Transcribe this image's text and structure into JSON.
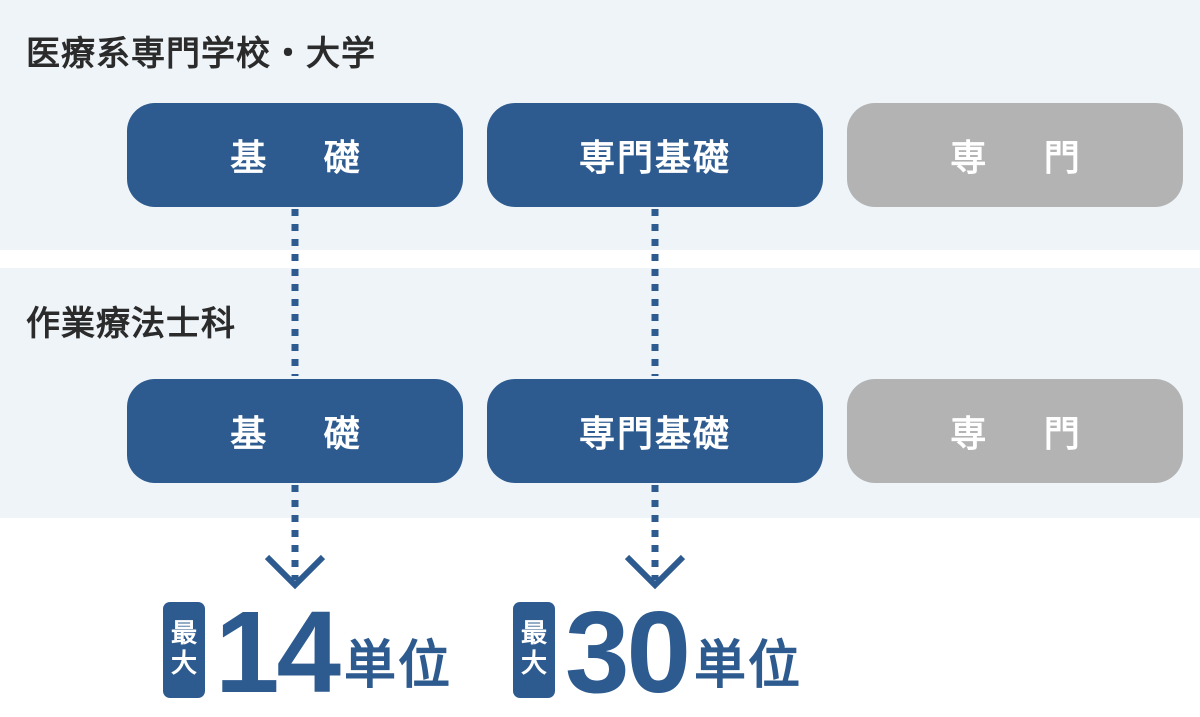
{
  "sections": [
    {
      "title": "医療系専門学校・大学",
      "stages": [
        "基礎",
        "専門基礎",
        "専門"
      ]
    },
    {
      "title": "作業療法士科",
      "stages": [
        "基礎",
        "専門基礎",
        "専門"
      ]
    }
  ],
  "results": [
    {
      "badge_top": "最",
      "badge_bottom": "大",
      "number": "14",
      "unit": "単位"
    },
    {
      "badge_top": "最",
      "badge_bottom": "大",
      "number": "30",
      "unit": "単位"
    }
  ],
  "colors": {
    "band_background": "#eef4f8",
    "transferable_stage": "#2e5b8f",
    "non_transferable_stage": "#b3b3b3",
    "title_text": "#2b2b2b"
  },
  "icons": {
    "connector": "dotted-line",
    "arrow": "chevron-down-icon"
  }
}
